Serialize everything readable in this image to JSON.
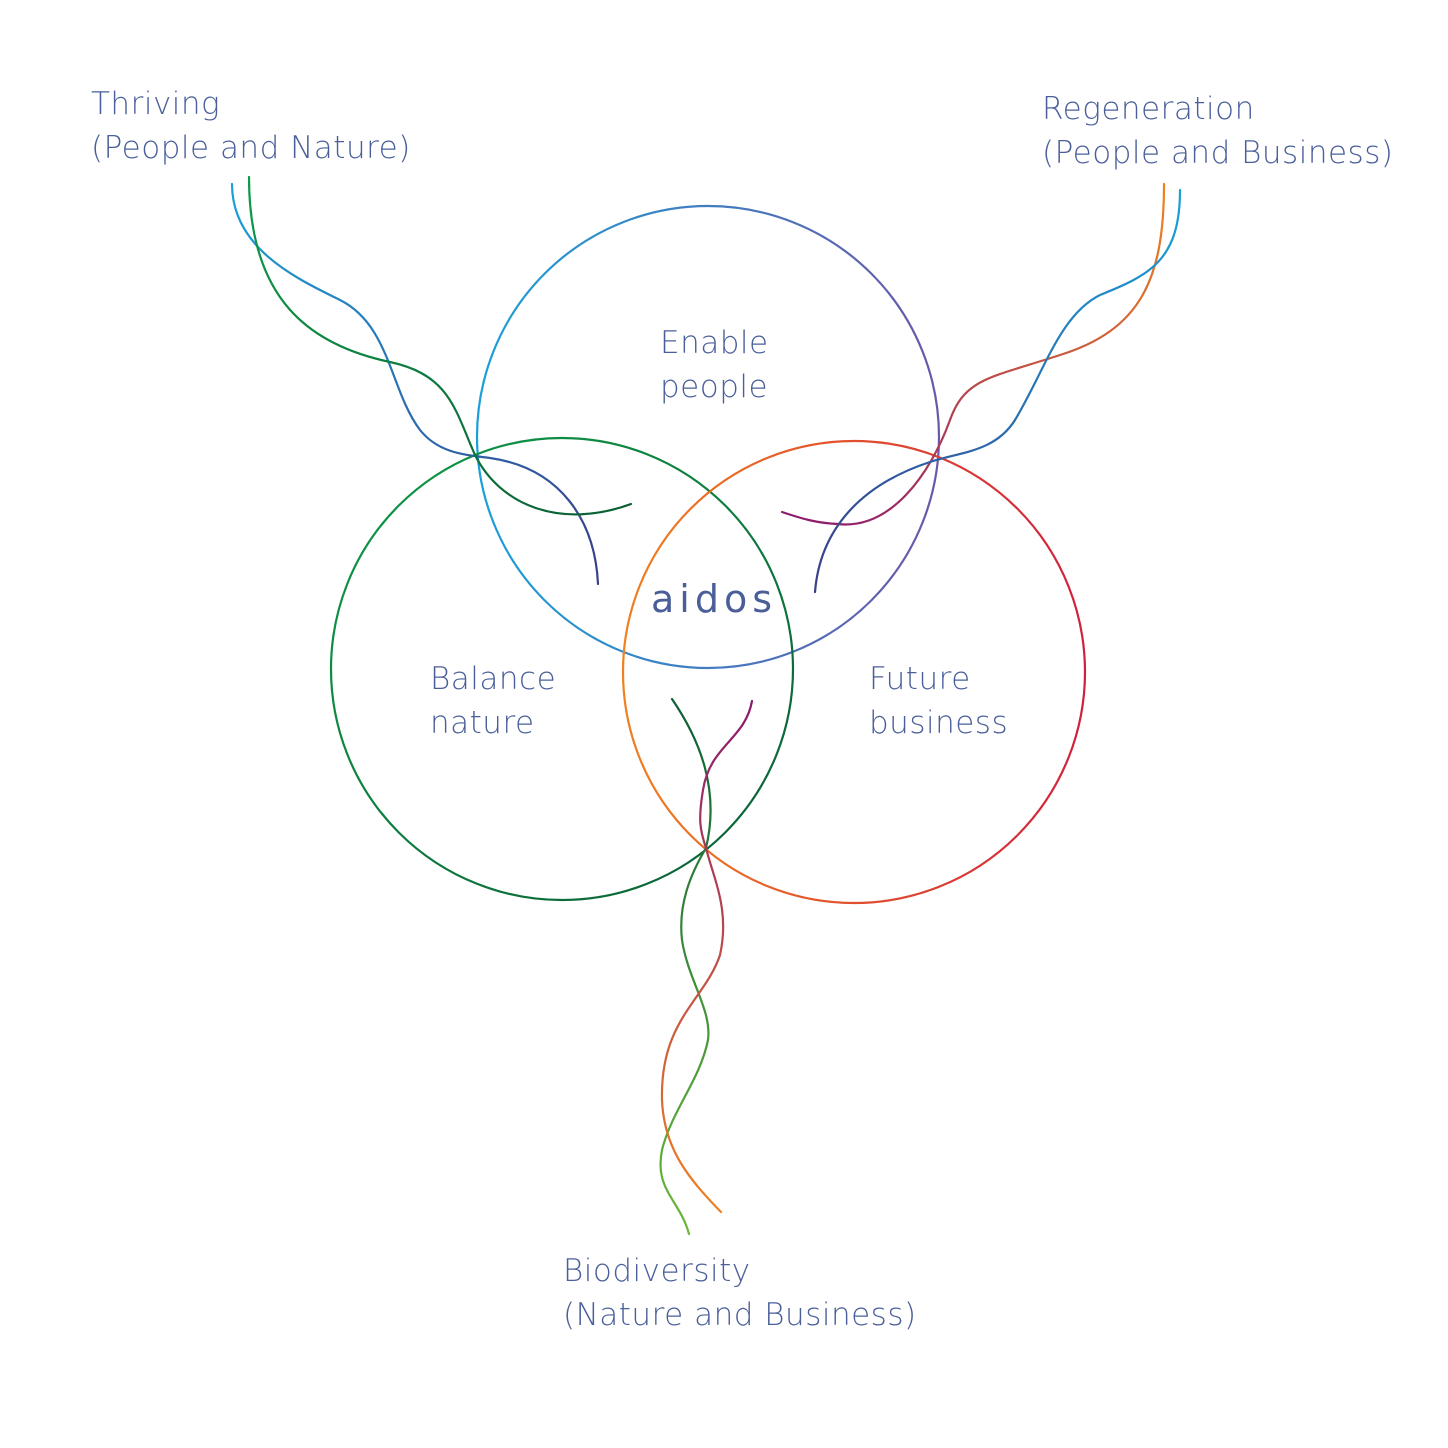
{
  "diagram": {
    "center": {
      "text": "aidos"
    },
    "circles": [
      {
        "id": "people",
        "label_lines": [
          "Enable",
          "people"
        ],
        "colors": [
          "#1aa0d8",
          "#6a58a8"
        ]
      },
      {
        "id": "nature",
        "label_lines": [
          "Balance",
          "nature"
        ],
        "colors": [
          "#0f9a48",
          "#0b5e35"
        ]
      },
      {
        "id": "business",
        "label_lines": [
          "Future",
          "business"
        ],
        "colors": [
          "#f08020",
          "#d0203c"
        ]
      }
    ],
    "intersections": [
      {
        "id": "thriving",
        "title": "Thriving",
        "subtitle": "(People and Nature)",
        "colors": [
          "#1aa0d8",
          "#0f9a48",
          "#3a3f8a",
          "#0b5e35"
        ]
      },
      {
        "id": "regeneration",
        "title": "Regeneration",
        "subtitle": "(People and Business)",
        "colors": [
          "#f08020",
          "#1aa0d8",
          "#8a1a70",
          "#3a3f8a"
        ]
      },
      {
        "id": "biodiversity",
        "title": "Biodiversity",
        "subtitle": "(Nature and Business)",
        "colors": [
          "#6cb83a",
          "#f08020",
          "#0b5e35",
          "#8a1a70"
        ]
      }
    ],
    "text_color": "#4a5f9a"
  }
}
